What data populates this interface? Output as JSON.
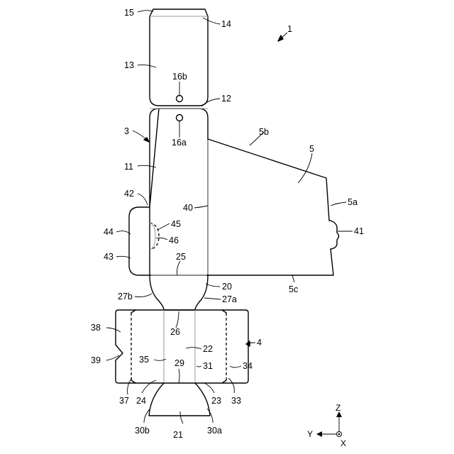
{
  "labels": {
    "l1": "1",
    "l3": "3",
    "l4": "4",
    "l5": "5",
    "l5a": "5a",
    "l5b": "5b",
    "l5c": "5c",
    "l11": "11",
    "l12": "12",
    "l13": "13",
    "l14": "14",
    "l15": "15",
    "l16a": "16a",
    "l16b": "16b",
    "l20": "20",
    "l21": "21",
    "l22": "22",
    "l23": "23",
    "l24": "24",
    "l25": "25",
    "l26": "26",
    "l27a": "27a",
    "l27b": "27b",
    "l29": "29",
    "l30a": "30a",
    "l30b": "30b",
    "l31": "31",
    "l33": "33",
    "l34": "34",
    "l35": "35",
    "l37": "37",
    "l38": "38",
    "l39": "39",
    "l40": "40",
    "l41": "41",
    "l42": "42",
    "l43": "43",
    "l44": "44",
    "l45": "45",
    "l46": "46"
  },
  "axes": {
    "z": "Z",
    "y": "Y",
    "x": "X"
  }
}
